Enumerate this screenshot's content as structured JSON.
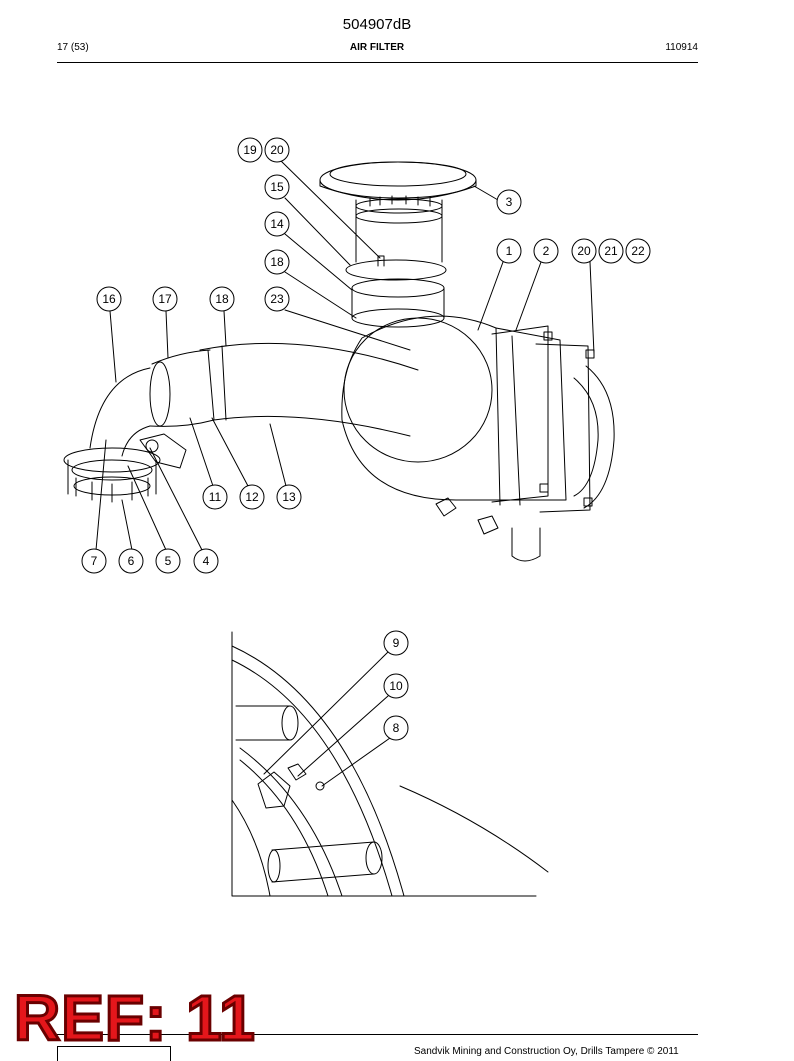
{
  "header": {
    "doc_number": "504907dB",
    "page_info": "17 (53)",
    "section_title": "AIR FILTER",
    "date_code": "110914"
  },
  "callouts": [
    "19",
    "20",
    "15",
    "3",
    "14",
    "1",
    "2",
    "20",
    "21",
    "22",
    "18",
    "16",
    "17",
    "18",
    "23",
    "11",
    "12",
    "13",
    "7",
    "6",
    "5",
    "4",
    "9",
    "10",
    "8"
  ],
  "stamp": "REF: 11",
  "footer": {
    "copyright": "Sandvik Mining and Construction Oy, Drills Tampere © 2011"
  },
  "colors": {
    "stamp_fill": "#e4161b",
    "stamp_outline": "#6a0000",
    "line": "#000000"
  }
}
